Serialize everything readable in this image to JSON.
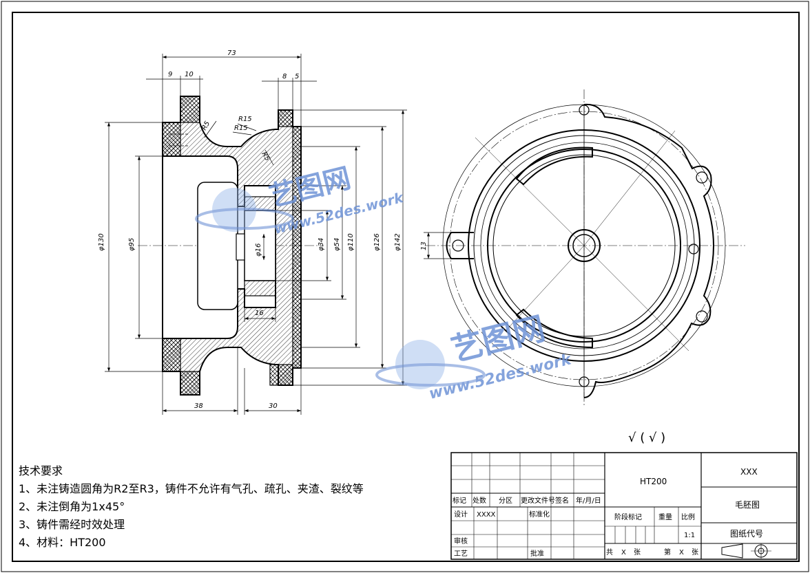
{
  "dims": {
    "d73": "73",
    "d9": "9",
    "d10": "10",
    "d8": "8",
    "d5": "5",
    "r5a": "R5",
    "r15a": "R15",
    "r15b": "R15",
    "r5b": "R5",
    "phi130": "φ130",
    "phi95": "φ95",
    "phi16": "φ16",
    "phi34": "φ34",
    "phi54": "φ54",
    "phi110": "φ110",
    "phi126": "φ126",
    "phi142": "φ142",
    "d16": "16",
    "d38": "38",
    "d30": "30",
    "d13": "13"
  },
  "roughness": "√ ( √ )",
  "notes": {
    "title": "技术要求",
    "line1": "1、未注铸造圆角为R2至R3，铸件不允许有气孔、疏孔、夹渣、裂纹等",
    "line2": "2、未注倒角为1x45°",
    "line3": "3、铸件需经时效处理",
    "line4": "4、材料：HT200"
  },
  "title_block": {
    "material": "HT200",
    "org": "XXX",
    "drawing_name": "毛胚图",
    "drawing_code_label": "图纸代号",
    "biaoji": "标记",
    "chushu": "处数",
    "fenqu": "分区",
    "gengai": "更改文件号",
    "qianming": "签名",
    "date": "年/月/日",
    "sheji": "设计",
    "designer": "XXXX",
    "biaozhunhua": "标准化",
    "shenhe": "审核",
    "gongyi": "工艺",
    "pizhun": "批准",
    "jieduan": "阶段标记",
    "zhongliang": "重量",
    "bili": "比例",
    "scale": "1:1",
    "gong": "共",
    "x1": "X",
    "zhang1": "张",
    "di": "第",
    "x2": "X",
    "zhang2": "张"
  },
  "watermark": {
    "brand": "艺图网",
    "url": "www.52des.work"
  }
}
